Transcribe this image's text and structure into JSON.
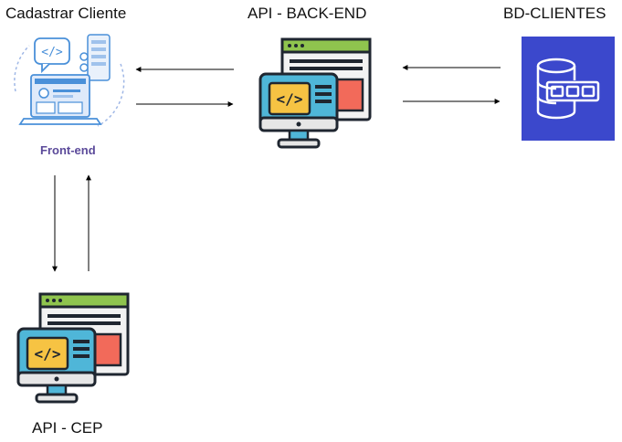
{
  "nodes": {
    "frontend": {
      "title": "Cadastrar Cliente",
      "sublabel": "Front-end",
      "icon": "web-development-icon"
    },
    "backend": {
      "title": "API - BACK-END",
      "icon": "code-monitor-icon"
    },
    "database": {
      "title": "BD-CLIENTES",
      "icon": "database-icon",
      "color": "#3b48cc"
    },
    "cep": {
      "title": "API - CEP",
      "icon": "code-monitor-icon"
    }
  },
  "colors": {
    "accent_purple": "#5b4a9a",
    "screen_blue": "#4fb6d8",
    "code_yellow": "#f6c343",
    "panel_red": "#f26a5a",
    "header_green": "#8fc44e",
    "arrow": "#000000"
  }
}
